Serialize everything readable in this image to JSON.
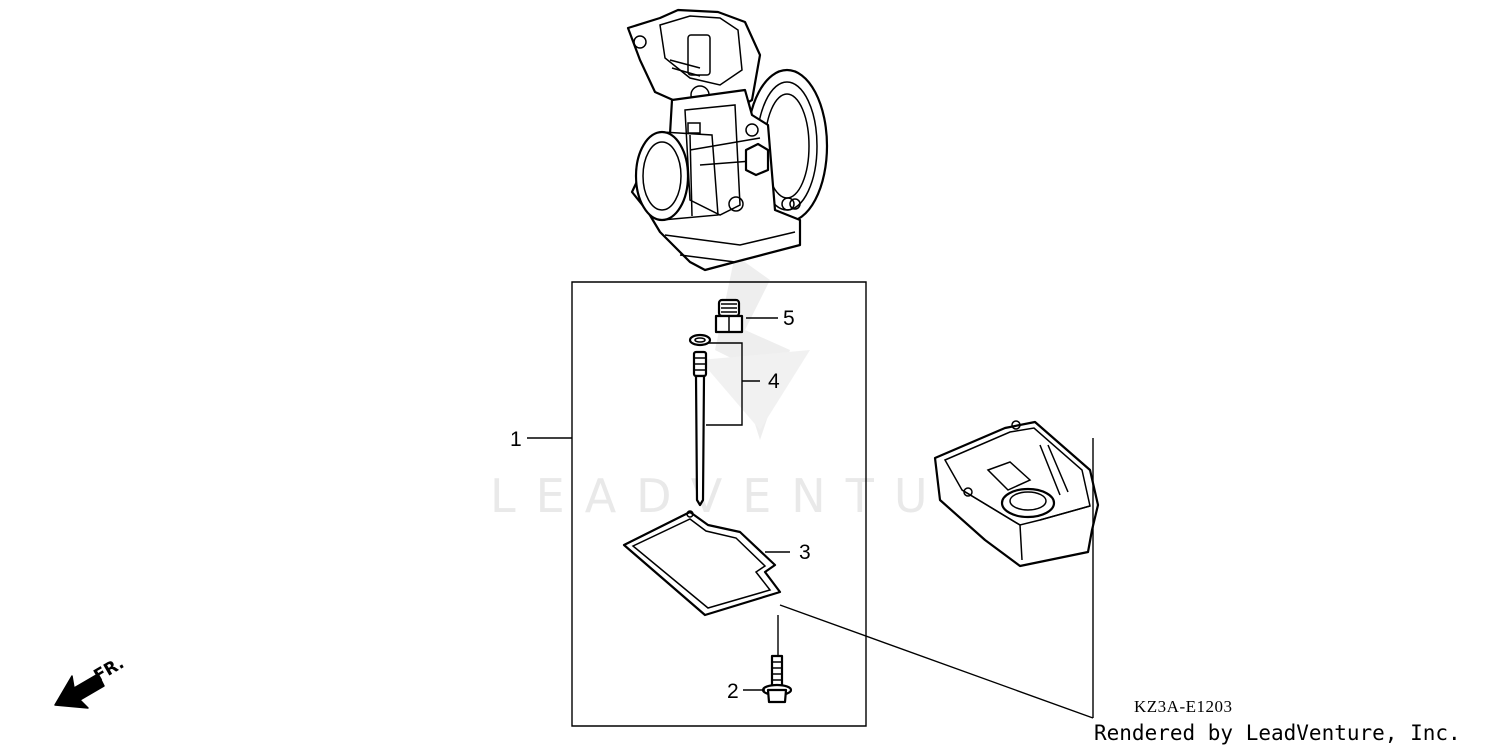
{
  "watermark": {
    "text": "LEADVENTURE"
  },
  "callouts": [
    {
      "id": "1",
      "label": "1"
    },
    {
      "id": "2",
      "label": "2"
    },
    {
      "id": "3",
      "label": "3"
    },
    {
      "id": "4",
      "label": "4"
    },
    {
      "id": "5",
      "label": "5"
    }
  ],
  "direction_indicator": {
    "label": "FR."
  },
  "drawing_code": "KZ3A-E1203",
  "credit": "Rendered by LeadVenture, Inc."
}
